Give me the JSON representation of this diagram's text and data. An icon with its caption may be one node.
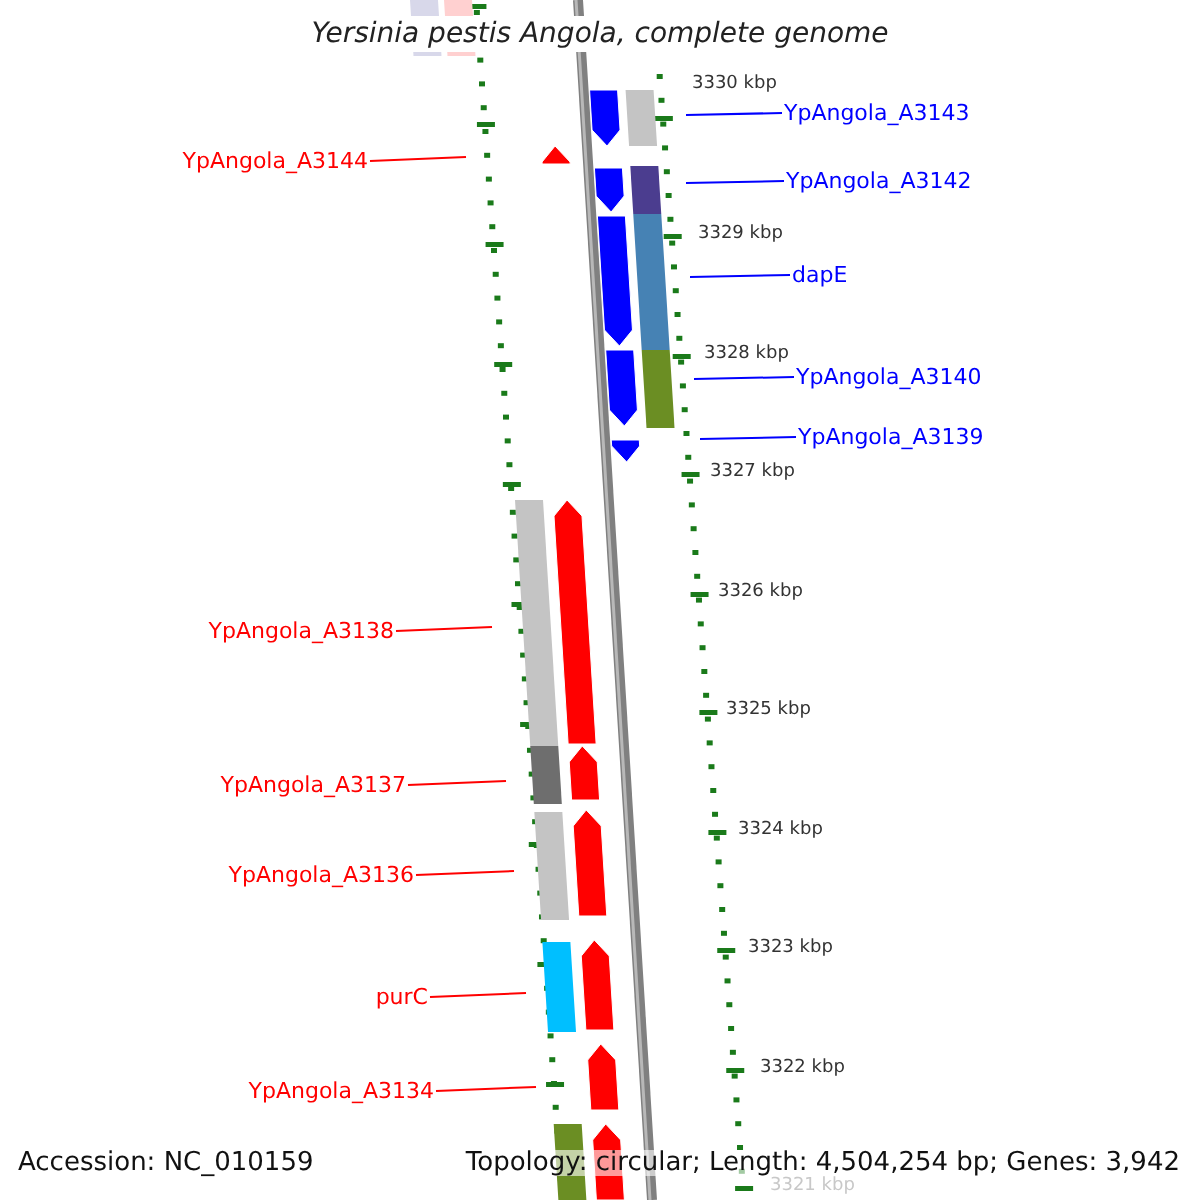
{
  "diagram": {
    "title": "Yersinia pestis Angola, complete genome",
    "nodes": [
      {
        "text": [
          "YpAngola_A3144"
        ]
      },
      {
        "text": [
          "YpAngola_A3143"
        ]
      },
      {
        "text": [
          "YpAngola_A3142"
        ]
      },
      {
        "text": [
          "dapE"
        ]
      },
      {
        "text": [
          "YpAngola_A3140"
        ]
      },
      {
        "text": [
          "YpAngola_A3139"
        ]
      },
      {
        "text": [
          "YpAngola_A3138"
        ]
      },
      {
        "text": [
          "YpAngola_A3137"
        ]
      },
      {
        "text": [
          "YpAngola_A3136"
        ]
      },
      {
        "text": [
          "purC"
        ]
      },
      {
        "text": [
          "YpAngola_A3134"
        ]
      }
    ],
    "edges": [
      {
        "from": 0,
        "to": null,
        "arrow": "none"
      },
      {
        "from": 1,
        "to": null,
        "arrow": "none",
        "color": "#0000ff"
      },
      {
        "from": 2,
        "to": null,
        "arrow": "none",
        "color": "#0000ff"
      },
      {
        "from": 3,
        "to": null,
        "arrow": "none",
        "color": "#0000ff"
      },
      {
        "from": 4,
        "to": null,
        "arrow": "none",
        "color": "#0000ff"
      },
      {
        "from": 5,
        "to": null,
        "arrow": "none",
        "color": "#0000ff"
      },
      {
        "from": 6,
        "to": null,
        "arrow": "none"
      },
      {
        "from": 7,
        "to": null,
        "arrow": "none"
      },
      {
        "from": 8,
        "to": null,
        "arrow": "none"
      },
      {
        "from": 9,
        "to": null,
        "arrow": "none"
      },
      {
        "from": 10,
        "to": null,
        "arrow": "none"
      }
    ],
    "labels": [
      "3330 kbp",
      "3329 kbp",
      "3328 kbp",
      "3327 kbp",
      "3326 kbp",
      "3325 kbp",
      "3324 kbp",
      "3323 kbp",
      "3322 kbp",
      "3321 kbp",
      "Accession: NC_010159",
      "Topology: circular; Length: 4,504,254 bp; Genes: 3,942"
    ]
  }
}
